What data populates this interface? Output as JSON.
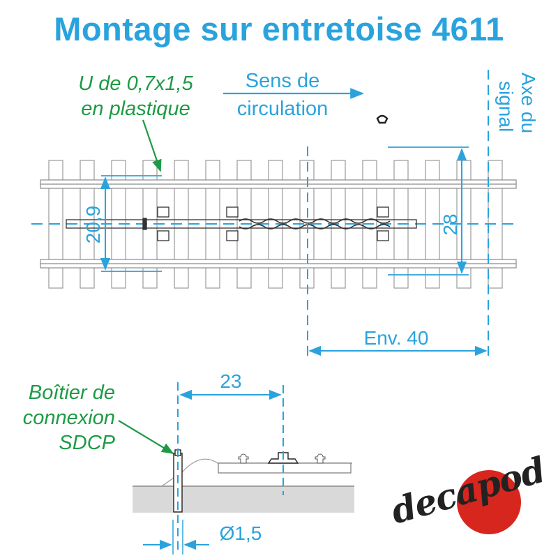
{
  "title": "Montage sur entretoise 4611",
  "labels": {
    "u_plastique_line1": "U de 0,7x1,5",
    "u_plastique_line2": "en plastique",
    "sens_line1": "Sens de",
    "sens_line2": "circulation",
    "axe_line1": "Axe du",
    "axe_line2": "signal",
    "boitier_line1": "Boîtier de",
    "boitier_line2": "connexion",
    "boitier_line3": "SDCP"
  },
  "dimensions": {
    "gauge_inner": "20,9",
    "gauge_outer": "28",
    "distance_axis": "Env. 40",
    "side_offset": "23",
    "diameter": "Ø1,5"
  },
  "logo": {
    "text": "decapod",
    "red": "#d7261e"
  },
  "colors": {
    "blue": "#2aa3dd",
    "green": "#1e9a45",
    "gray": "#888888",
    "dark": "#222222"
  }
}
